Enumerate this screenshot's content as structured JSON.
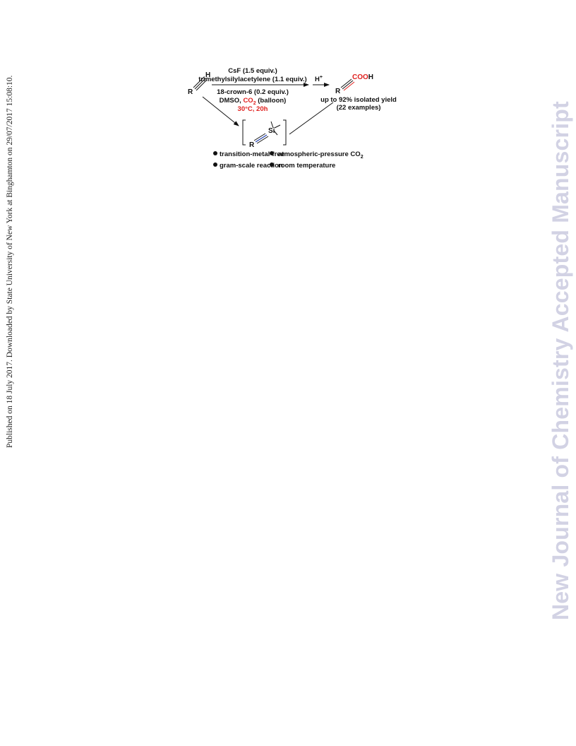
{
  "side_note": "Published on 18 July 2017. Downloaded by State University of New York at Binghamton on 29/07/2017 15:08:10.",
  "watermark": "New Journal of Chemistry Accepted Manuscript",
  "scheme": {
    "reactant": {
      "r_label": "R",
      "h_label": "H"
    },
    "conditions": {
      "line1": "CsF (1.5 equiv.)",
      "line2": "trimethylsilylacetylene (1.1 equiv.)",
      "line3": "18-crown-6 (0.2 equiv.)",
      "line4_prefix": "DMSO,",
      "line4_co2": "CO",
      "line4_co2_sub": "2",
      "line4_suffix": "(balloon)",
      "line5": "30°C, 20h"
    },
    "acid_step": {
      "label": "H",
      "superscript": "+"
    },
    "product": {
      "r_label": "R",
      "cooh_red": "COO",
      "cooh_h": "H",
      "yield_line1": "up to 92% isolated yield",
      "yield_line2": "(22 examples)"
    },
    "intermediate": {
      "r_label": "R",
      "si_label": "Si"
    },
    "features": [
      {
        "text": "transition-metal-free"
      },
      {
        "text": "atmospheric-pressure CO",
        "sub": "2"
      },
      {
        "text": "gram-scale reaction"
      },
      {
        "text": "room temperature"
      }
    ],
    "colors": {
      "highlight": "#e0201e",
      "silyl_bond": "#1f3fae",
      "watermark": "#d2d2e4"
    }
  }
}
